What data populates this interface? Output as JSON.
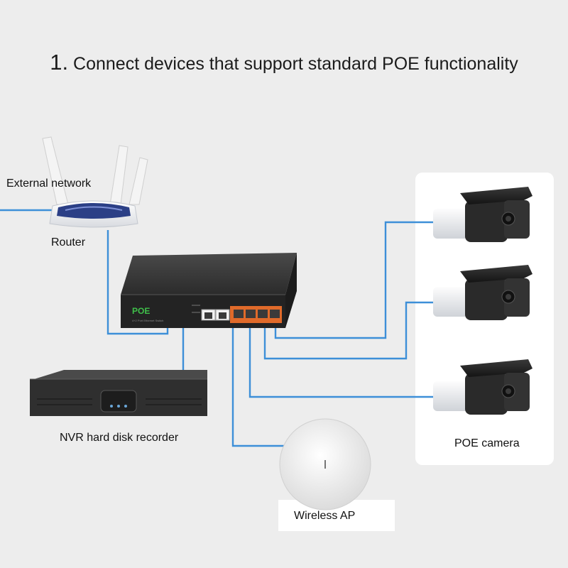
{
  "title": {
    "number": "1.",
    "text": "Connect devices that support standard POE functionality"
  },
  "labels": {
    "external_network": "External network",
    "router": "Router",
    "nvr": "NVR hard disk recorder",
    "camera": "POE camera",
    "wireless_ap": "Wireless AP"
  },
  "switch": {
    "brand": "POE",
    "subtitle": "4+2 Port Ethernet Switch"
  },
  "colors": {
    "background": "#ededed",
    "cable": "#3d8fd8",
    "switch_body": "#2a2a2a",
    "poe_port": "#e06a2a",
    "poe_text": "#3fbf4a"
  }
}
